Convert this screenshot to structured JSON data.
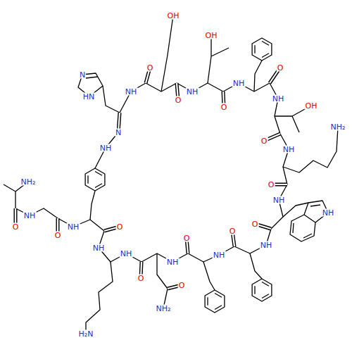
{
  "diagram": {
    "labels": [
      "OH",
      "OH",
      "O",
      "O",
      "N",
      "NH",
      "NH",
      "NH",
      "HN",
      "NH",
      "O",
      "OH",
      "O",
      "NH₂",
      "N",
      "O",
      "NH",
      "NH",
      "O",
      "NH₂",
      "NH",
      "NH",
      "NH",
      "O",
      "O",
      "NH",
      "O",
      "O",
      "O",
      "O",
      "NH",
      "NH",
      "NH",
      "NH",
      "NH",
      "O",
      "O",
      "NH₂",
      "H₂N"
    ]
  }
}
